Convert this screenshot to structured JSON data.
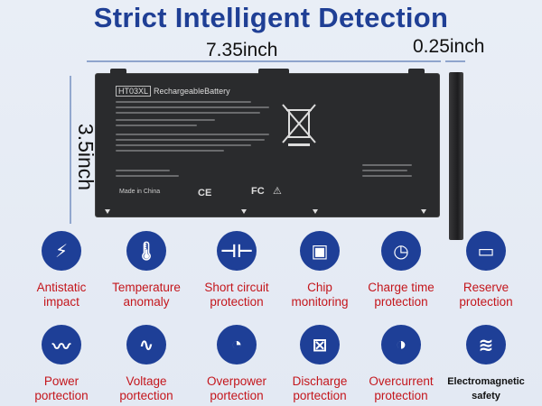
{
  "title": "Strict Intelligent Detection",
  "dims": {
    "width": "7.35inch",
    "height": "3.5inch",
    "thickness": "0.25inch"
  },
  "battery": {
    "model": "HT03XL",
    "label": "RechargeableBattery",
    "made_in": "Made in China",
    "ce": "CE",
    "fc": "FC"
  },
  "features_row1": [
    {
      "icon": "lightning-icon",
      "glyph": "⚡",
      "line1": "Antistatic",
      "line2": "impact"
    },
    {
      "icon": "thermometer-icon",
      "glyph": "🌡",
      "line1": "Temperature",
      "line2": "anomaly"
    },
    {
      "icon": "short-circuit-icon",
      "glyph": "⊣⊢",
      "line1": "Short circuit",
      "line2": "protection"
    },
    {
      "icon": "chip-icon",
      "glyph": "▣",
      "line1": "Chip",
      "line2": "monitoring"
    },
    {
      "icon": "clock-icon",
      "glyph": "◷",
      "line1": "Charge time",
      "line2": "protection"
    },
    {
      "icon": "battery-icon",
      "glyph": "▭",
      "line1": "Reserve",
      "line2": "protection"
    }
  ],
  "features_row2": [
    {
      "icon": "pulse-icon",
      "glyph": "〰",
      "line1": "Power",
      "line2": "portection"
    },
    {
      "icon": "voltage-wave-icon",
      "glyph": "∿",
      "line1": "Voltage",
      "line2": "portection"
    },
    {
      "icon": "gauge-icon",
      "glyph": "◔",
      "line1": "Overpower",
      "line2": "portection"
    },
    {
      "icon": "discharge-icon",
      "glyph": "⊠",
      "line1": "Discharge",
      "line2": "portection"
    },
    {
      "icon": "meter-icon",
      "glyph": "◑",
      "line1": "Overcurrent",
      "line2": "protection"
    },
    {
      "icon": "coil-icon",
      "glyph": "≋",
      "line1": "Electromagnetic",
      "line2": "safety"
    }
  ]
}
